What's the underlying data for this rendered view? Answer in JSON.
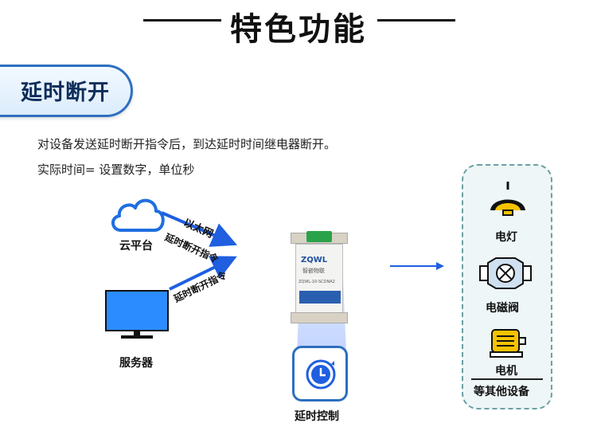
{
  "header": {
    "title": "特色功能"
  },
  "section": {
    "label": "延时断开"
  },
  "description": {
    "line1": "对设备发送延时断开指令后，到达延时时间继电器断开。",
    "line2": "实际时间= 设置数字，单位秒"
  },
  "sources": {
    "cloud_label": "云平台",
    "server_label": "服务器",
    "arrow_top_label": "以太网",
    "arrow_top_cmd": "延时断开指令",
    "arrow_bottom_cmd": "延时断开指令"
  },
  "device": {
    "brand": "ZQWL",
    "brand_cn": "智嵌物联",
    "model": "ZQWL-10-SCDNA2"
  },
  "timer": {
    "label": "延时控制"
  },
  "devices": {
    "items": [
      {
        "label": "电灯",
        "icon": "lamp-icon"
      },
      {
        "label": "电磁阀",
        "icon": "valve-icon"
      },
      {
        "label": "电机",
        "icon": "motor-icon"
      }
    ],
    "others": "等其他设备"
  },
  "colors": {
    "accent": "#2e6fbf",
    "arrow": "#1f5fe0",
    "lamp": "#f5c300"
  }
}
